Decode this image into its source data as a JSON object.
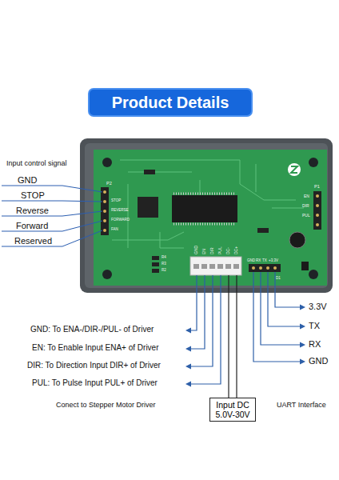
{
  "diagram": {
    "title": "Product Details",
    "nodes": [
      {
        "text": [
          "Input DC 5.0V-30V"
        ]
      }
    ],
    "labels": [
      "Input control signal",
      "GND",
      "STOP",
      "Reverse",
      "Forward",
      "Reserved",
      "GND: To ENA-/DIR-/PUL- of Driver",
      "EN: To Enable Input ENA+ of Driver",
      "DIR: To Direction Input DIR+ of Driver",
      "PUL: To Pulse Input PUL+ of Driver",
      "Conect to Stepper Motor Driver",
      "3.3V",
      "TX",
      "RX",
      "GND",
      "UART Interface",
      "P2",
      "STOP",
      "REVERSE",
      "FORWARD",
      "FAN",
      "P1",
      "EN",
      "DIR",
      "PUL",
      "GND",
      "RX",
      "TX",
      "+3.3V",
      "GND",
      "EN",
      "DIR",
      "PUL",
      "DC-",
      "DC+",
      "R4",
      "R3",
      "R2",
      "D1"
    ]
  }
}
